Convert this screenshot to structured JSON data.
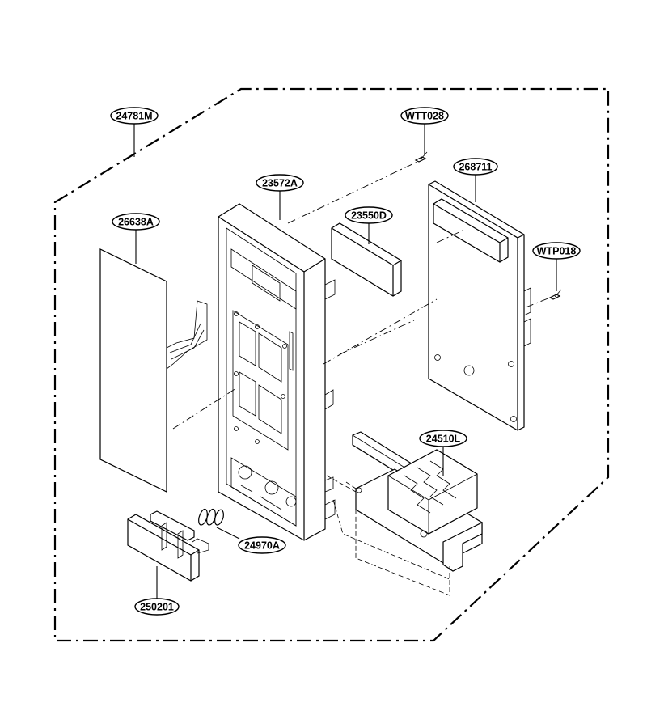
{
  "parts": [
    {
      "id": "p1",
      "number": "24781M"
    },
    {
      "id": "p2",
      "number": "WTT028"
    },
    {
      "id": "p3",
      "number": "268711"
    },
    {
      "id": "p4",
      "number": "23572A"
    },
    {
      "id": "p5",
      "number": "23550D"
    },
    {
      "id": "p6",
      "number": "26638A"
    },
    {
      "id": "p7",
      "number": "WTP018"
    },
    {
      "id": "p8",
      "number": "24510L"
    },
    {
      "id": "p9",
      "number": "24970A"
    },
    {
      "id": "p10",
      "number": "250201"
    }
  ]
}
